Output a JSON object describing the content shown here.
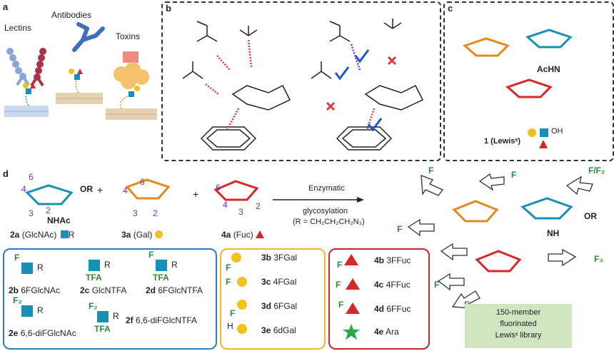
{
  "panels": {
    "a": {
      "label": "a",
      "items": [
        "Lectins",
        "Antibodies",
        "Toxins"
      ]
    },
    "b": {
      "label": "b"
    },
    "c": {
      "label": "c",
      "compound": "1 (Lewisˣ)",
      "oh_label": "OH",
      "achn": "AcHN"
    },
    "d": {
      "label": "d"
    }
  },
  "reaction": {
    "arrow_top": "Enzymatic",
    "arrow_bottom": "glycosylation",
    "arrow_note": "(R = CH₂CH₂CH₂N₃)",
    "plus": "+",
    "reactants": [
      {
        "id": "2a",
        "name": "(GlcNAc)",
        "suffix": "R",
        "nhac": "NHAc",
        "or": "OR"
      },
      {
        "id": "3a",
        "name": "(Gal)"
      },
      {
        "id": "4a",
        "name": "(Fuc)"
      }
    ],
    "positions": {
      "glc": [
        "4",
        "6",
        "3",
        "2"
      ],
      "gal": [
        "4",
        "6",
        "3",
        "2"
      ],
      "fuc": [
        "6",
        "4",
        "3",
        "2"
      ]
    }
  },
  "product": {
    "f_labels": [
      "F",
      "F",
      "F/F₂",
      "F",
      "F₃",
      "F",
      "F"
    ],
    "library_text": [
      "150-member",
      "fluorinated",
      "Lewisˣ library"
    ],
    "labels": {
      "or": "OR",
      "nh": "NH"
    }
  },
  "glcnac_box": {
    "items": [
      {
        "id": "2b",
        "name": "6FGlcNAc"
      },
      {
        "id": "2c",
        "name": "GlcNTFA"
      },
      {
        "id": "2d",
        "name": "6FGlcNTFA"
      },
      {
        "id": "2e",
        "name": "6,6-diFGlcNAc"
      },
      {
        "id": "2f",
        "name": "6,6-diFGlcNTFA"
      }
    ],
    "tfa": "TFA",
    "r": "R",
    "f": "F",
    "f2": "F₂"
  },
  "gal_box": {
    "items": [
      {
        "id": "3b",
        "name": "3FGal"
      },
      {
        "id": "3c",
        "name": "4FGal"
      },
      {
        "id": "3d",
        "name": "6FGal"
      },
      {
        "id": "3e",
        "name": "6dGal"
      }
    ],
    "f": "F",
    "h": "H"
  },
  "fuc_box": {
    "items": [
      {
        "id": "4b",
        "name": "3FFuc"
      },
      {
        "id": "4c",
        "name": "4FFuc"
      },
      {
        "id": "4d",
        "name": "6FFuc"
      },
      {
        "id": "4e",
        "name": "Ara"
      }
    ],
    "f": "F"
  },
  "colors": {
    "glcnac": "#1a8fb5",
    "gal": "#f2c21c",
    "fuc": "#d9262b",
    "ara": "#2aa84a",
    "glc_box": "#2b7fc0",
    "gal_box": "#f0b823",
    "fuc_box": "#c8272d",
    "library_bg": "#cfe6c0",
    "hbond": "#d93a3a",
    "fbond": "#7a2bd6",
    "check": "#1f57c9"
  }
}
